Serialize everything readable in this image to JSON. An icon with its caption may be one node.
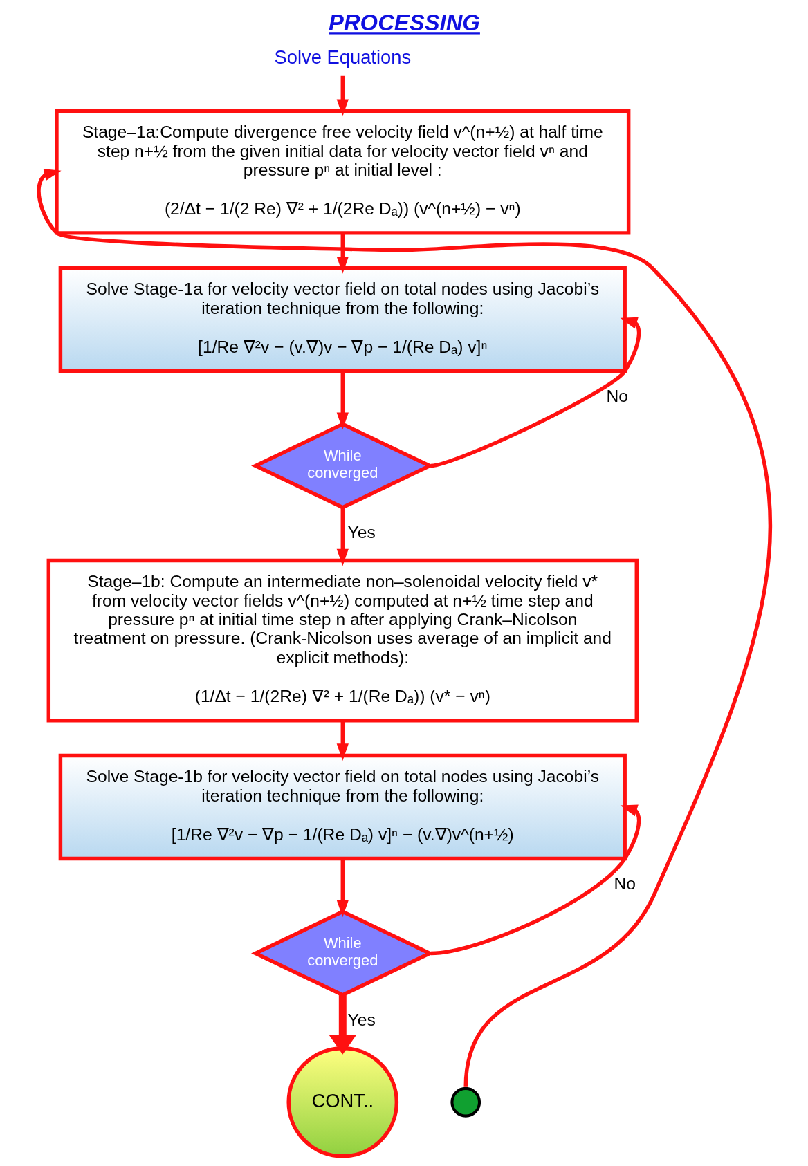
{
  "diagram": {
    "title": "PROCESSING",
    "nodes": [
      {
        "text": [
          "Solve Equations"
        ]
      },
      {
        "text": [
          "Stage–1a:Compute divergence free velocity field v^(n+½) at half time step n+½ from the given initial data for velocity vector field vⁿ and pressure pⁿ at initial level :",
          "(2/Δt − 1/(2 Re) ∇² + 1/(2Re Dₐ)) (v^(n+½) − vⁿ)"
        ]
      },
      {
        "text": [
          "Solve Stage-1a for velocity vector field on total nodes using Jacobi’s iteration technique from the following:",
          "[1/Re ∇²v − (v.∇)v − ∇p − 1/(Re Dₐ) v]ⁿ"
        ]
      },
      {
        "text": [
          "While converged"
        ]
      },
      {
        "text": [
          "Stage–1b: Compute an intermediate non–solenoidal velocity field v* from velocity vector fields v^(n+½) computed at n+½ time step and pressure pⁿ at initial time step n after applying Crank–Nicolson treatment on pressure. (Crank-Nicolson uses average of an implicit and explicit methods):",
          "(1/Δt − 1/(2Re) ∇² + 1/(Re Dₐ)) (v* − vⁿ)"
        ]
      },
      {
        "text": [
          "Solve Stage-1b for velocity vector field on total nodes using Jacobi’s iteration technique from the following:",
          "[1/Re ∇²v − ∇p − 1/(Re Dₐ) v]ⁿ − (v.∇)v^(n+½)"
        ]
      },
      {
        "text": [
          "While converged"
        ]
      },
      {
        "text": [
          "CONT.."
        ]
      },
      {
        "text": [],
        "shape": "circle"
      }
    ],
    "edges": [
      {
        "from": 0,
        "to": 1,
        "arrow": "to"
      },
      {
        "from": 1,
        "to": 2,
        "arrow": "to"
      },
      {
        "from": 2,
        "to": 3,
        "arrow": "to"
      },
      {
        "from": 3,
        "to": 2,
        "arrow": "to",
        "label": "No"
      },
      {
        "from": 3,
        "to": 4,
        "arrow": "to",
        "label": "Yes"
      },
      {
        "from": 4,
        "to": 5,
        "arrow": "to"
      },
      {
        "from": 5,
        "to": 6,
        "arrow": "to"
      },
      {
        "from": 6,
        "to": 5,
        "arrow": "to",
        "label": "No"
      },
      {
        "from": 6,
        "to": 7,
        "arrow": "to",
        "label": "Yes",
        "style": "thick"
      },
      {
        "from": 8,
        "to": 1,
        "arrow": "to"
      }
    ]
  }
}
